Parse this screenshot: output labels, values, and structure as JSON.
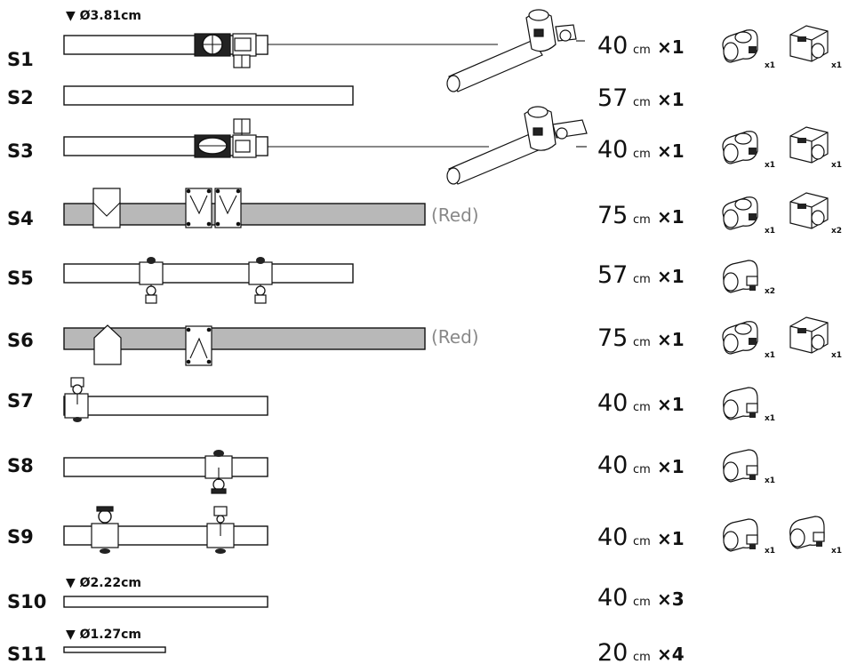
{
  "diameters": [
    {
      "label": "▼ Ø3.81cm"
    },
    {
      "label": "▼ Ø2.22cm"
    },
    {
      "label": "▼ Ø1.27cm"
    }
  ],
  "rows": [
    {
      "id": "S1",
      "length": "40",
      "unit": "cm",
      "qty": "×1",
      "note": "",
      "fittings": [
        "x1",
        "x1"
      ]
    },
    {
      "id": "S2",
      "length": "57",
      "unit": "cm",
      "qty": "×1",
      "note": "",
      "fittings": []
    },
    {
      "id": "S3",
      "length": "40",
      "unit": "cm",
      "qty": "×1",
      "note": "",
      "fittings": [
        "x1",
        "x1"
      ]
    },
    {
      "id": "S4",
      "length": "75",
      "unit": "cm",
      "qty": "×1",
      "note": "(Red)",
      "fittings": [
        "x1",
        "x2"
      ]
    },
    {
      "id": "S5",
      "length": "57",
      "unit": "cm",
      "qty": "×1",
      "note": "",
      "fittings": [
        "x2"
      ]
    },
    {
      "id": "S6",
      "length": "75",
      "unit": "cm",
      "qty": "×1",
      "note": "(Red)",
      "fittings": [
        "x1",
        "x1"
      ]
    },
    {
      "id": "S7",
      "length": "40",
      "unit": "cm",
      "qty": "×1",
      "note": "",
      "fittings": [
        "x1"
      ]
    },
    {
      "id": "S8",
      "length": "40",
      "unit": "cm",
      "qty": "×1",
      "note": "",
      "fittings": [
        "x1"
      ]
    },
    {
      "id": "S9",
      "length": "40",
      "unit": "cm",
      "qty": "×1",
      "note": "",
      "fittings": [
        "x1",
        "x1"
      ]
    },
    {
      "id": "S10",
      "length": "40",
      "unit": "cm",
      "qty": "×3",
      "note": "",
      "fittings": []
    },
    {
      "id": "S11",
      "length": "20",
      "unit": "cm",
      "qty": "×4",
      "note": "",
      "fittings": []
    }
  ],
  "colors": {
    "red_tube_fill": "#b8b8b8",
    "tube_fill": "#ffffff",
    "note_text": "#888888"
  }
}
